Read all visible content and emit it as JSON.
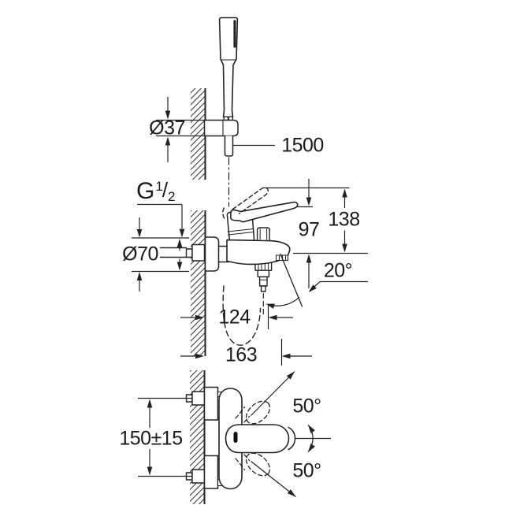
{
  "colors": {
    "line": "#222222",
    "text": "#1a1a1a",
    "background": "#ffffff"
  },
  "views": {
    "hand_shower": {
      "dims": {
        "holder_diameter": "Ø37",
        "hose_length": "1500"
      }
    },
    "mixer_side": {
      "dims": {
        "thread_letter": "G",
        "thread_numerator": "1",
        "thread_divider": "/",
        "thread_denominator": "2",
        "escutcheon_diameter": "Ø70",
        "spout_to_lever_height": "97",
        "total_height": "138",
        "spout_angle": "20°",
        "spout_projection": "124",
        "max_projection": "163"
      }
    },
    "mixer_front": {
      "dims": {
        "connection_centers": "150±15",
        "lever_swing_up": "50°",
        "lever_swing_down": "50°"
      }
    }
  }
}
